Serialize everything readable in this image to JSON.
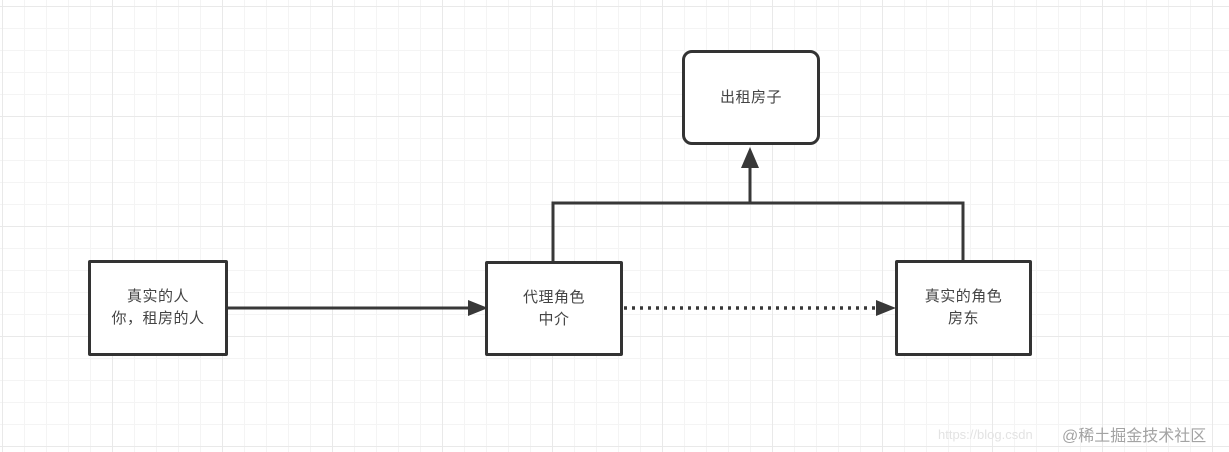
{
  "diagram": {
    "title_hint": "proxy-pattern-rent-house-diagram",
    "nodes": {
      "renter": {
        "line1": "真实的人",
        "line2": "你，租房的人"
      },
      "proxy": {
        "line1": "代理角色",
        "line2": "中介"
      },
      "landlord": {
        "line1": "真实的角色",
        "line2": "房东"
      },
      "rent_house": {
        "label": "出租房子"
      }
    },
    "edges": [
      {
        "from": "renter",
        "to": "proxy",
        "style": "solid-arrow"
      },
      {
        "from": "proxy",
        "to": "landlord",
        "style": "dotted-arrow"
      },
      {
        "from": "proxy+landlord",
        "to": "rent_house",
        "style": "bracket-up-arrow"
      }
    ],
    "colors": {
      "line": "#383838",
      "border": "#333333",
      "text": "#444444",
      "background": "#ffffff",
      "grid_minor": "#f4f4f4",
      "grid_major": "#e9e9e9",
      "watermark_faint": "#e3e3e3",
      "watermark_main": "#a3a3a3"
    },
    "watermark": {
      "faint": "https://blog.csdn",
      "main": "@稀土掘金技术社区"
    }
  }
}
